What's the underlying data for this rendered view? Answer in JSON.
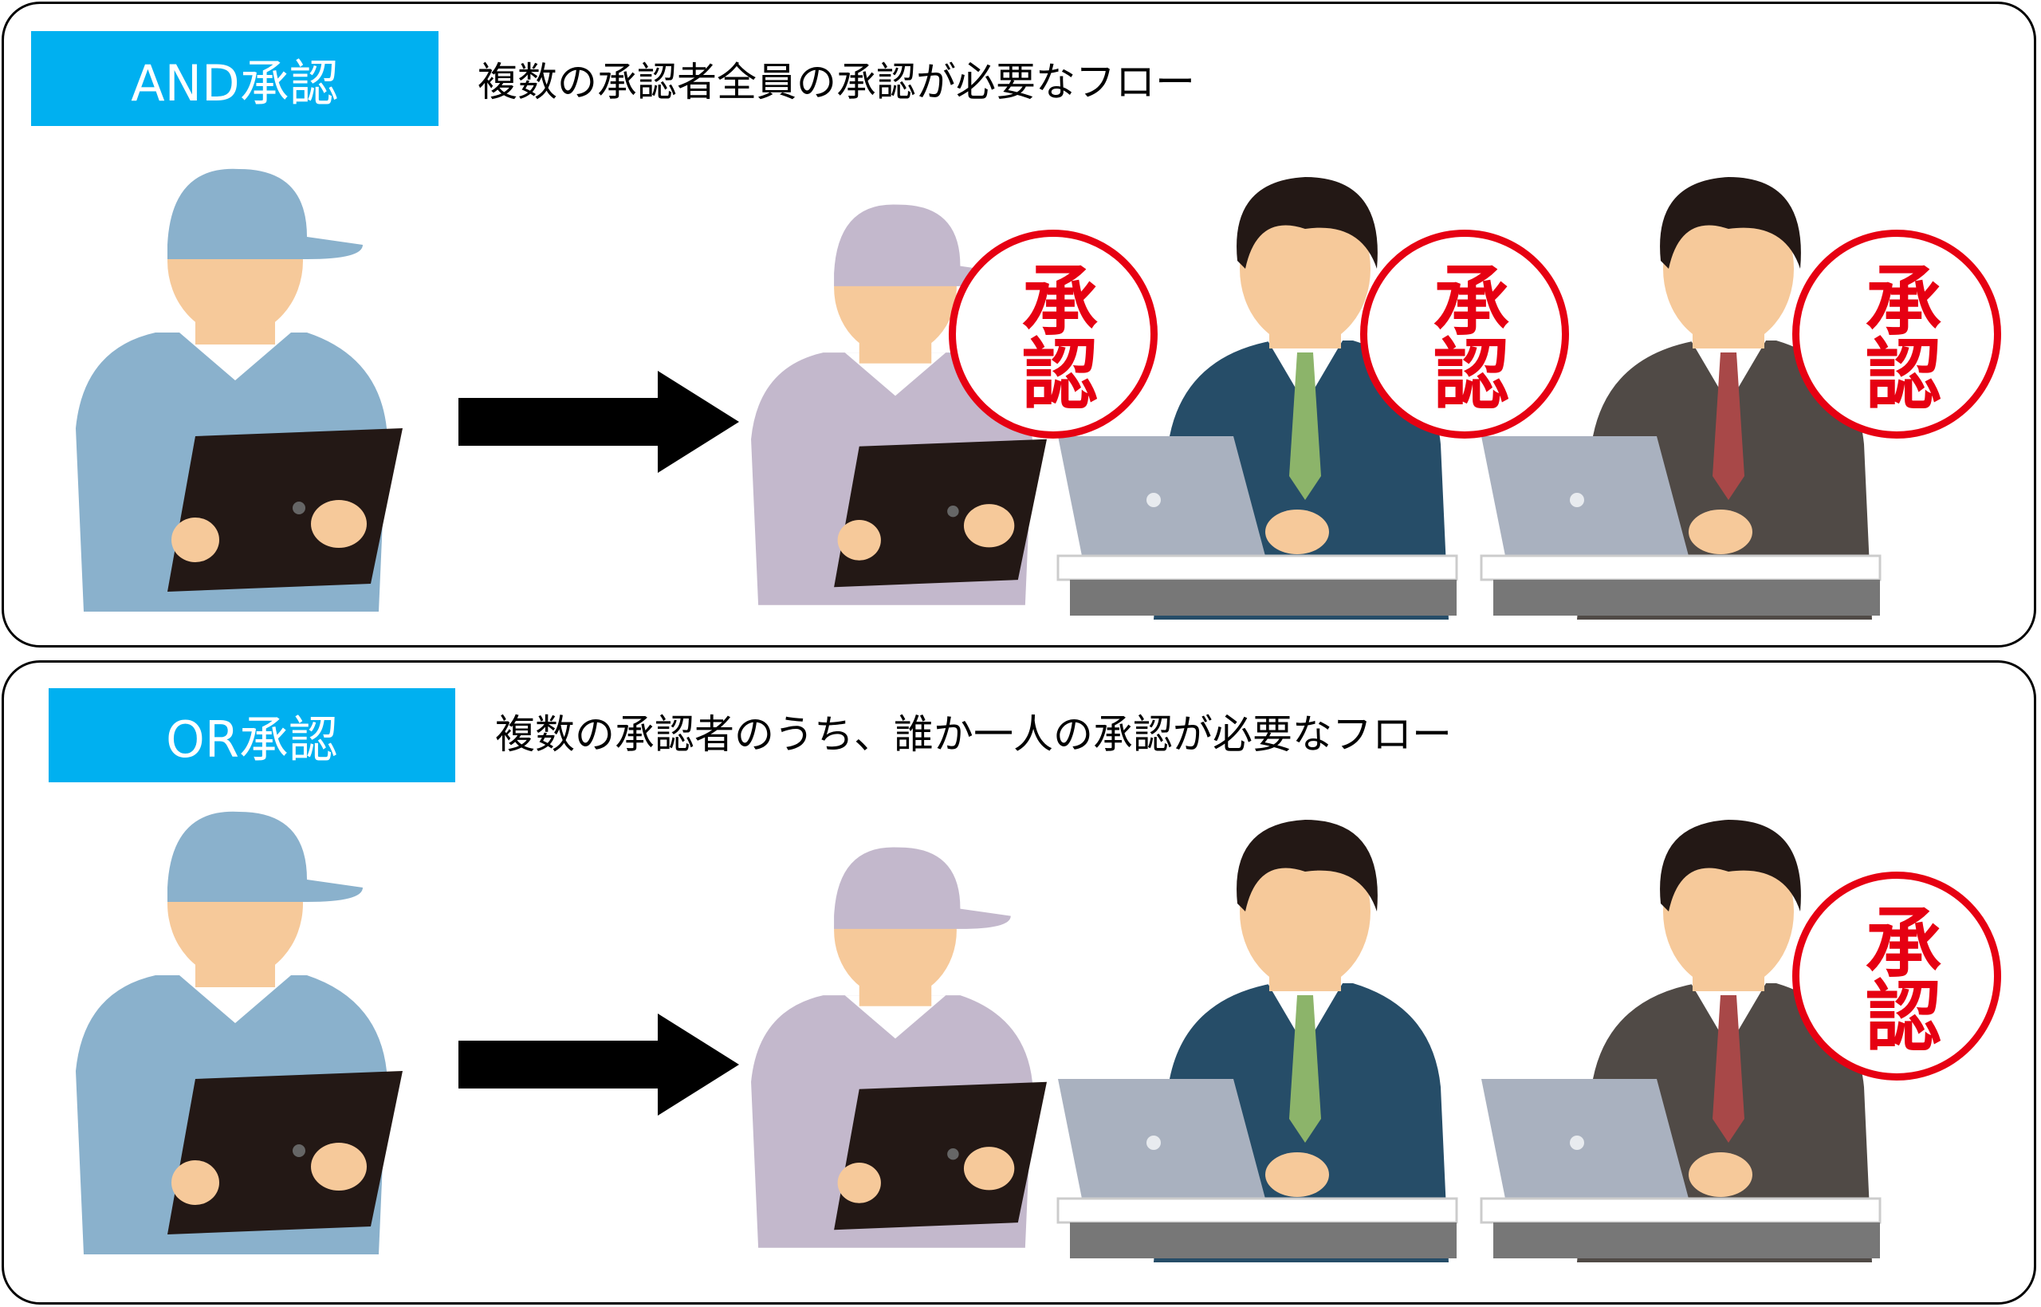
{
  "and_flow": {
    "label": "AND承認",
    "description": "複数の承認者全員の承認が必要なフロー",
    "stamps": [
      "承認",
      "承認",
      "承認"
    ]
  },
  "or_flow": {
    "label": "OR承認",
    "description": "複数の承認者のうち、誰か一人の承認が必要なフロー",
    "stamps": [
      "承認"
    ]
  },
  "colors": {
    "label_bg": "#00b0f0",
    "stamp": "#e60012"
  }
}
